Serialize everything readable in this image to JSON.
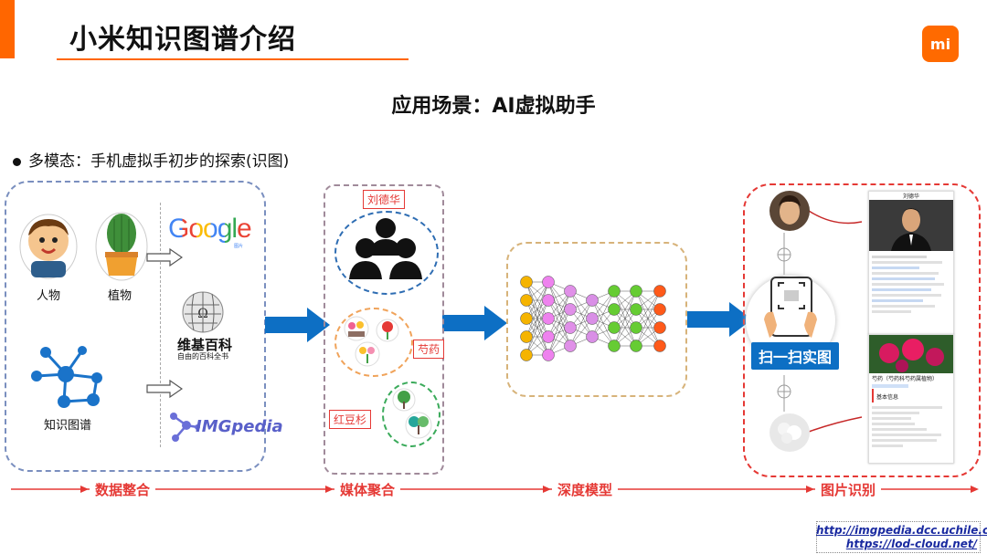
{
  "header": {
    "title": "小米知识图谱介绍",
    "logo_text": "mi",
    "subtitle": "应用场景：AI虚拟助手"
  },
  "bullet": "多模态：手机虚拟手初步的探索(识图)",
  "left_panel": {
    "labels": {
      "person": "人物",
      "plant": "植物",
      "kg": "知识图谱"
    },
    "google_text": "Google",
    "google_sub": "图片",
    "wiki_title": "维基百科",
    "wiki_sub": "自由的百科全书",
    "imgpedia": "IMGpedia"
  },
  "media_panel": {
    "tags": {
      "person": "刘德华",
      "flower": "芍药",
      "tree": "红豆杉"
    }
  },
  "scan_label": "扫一扫实图",
  "result_cards": {
    "top_title": "刘德华",
    "bottom_title": "芍药（芍药科芍药属植物）",
    "bottom_section": "基本信息"
  },
  "stages": [
    "数据整合",
    "媒体聚合",
    "深度模型",
    "图片识别"
  ],
  "links": [
    "http://imgpedia.dcc.uchile.cl/",
    "https://lod-cloud.net/"
  ],
  "colors": {
    "accent": "#ff6600",
    "arrow": "#0d6fc4",
    "stage_red": "#e53935"
  }
}
